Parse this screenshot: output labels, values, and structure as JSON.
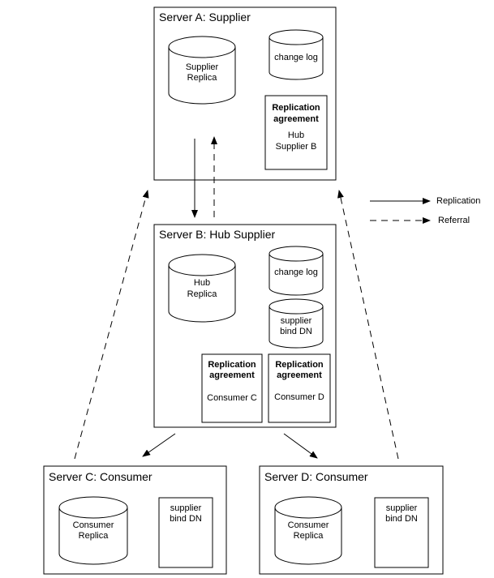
{
  "servers": {
    "a": {
      "title": "Server A: Supplier",
      "replica": [
        "Supplier",
        "Replica"
      ],
      "changelog": "change log",
      "agreement": {
        "heading": [
          "Replication",
          "agreement"
        ],
        "target": [
          "Hub",
          "Supplier B"
        ]
      }
    },
    "b": {
      "title": "Server B: Hub Supplier",
      "replica": [
        "Hub",
        "Replica"
      ],
      "changelog": "change log",
      "binddn": [
        "supplier",
        "bind DN"
      ],
      "agreement_c": {
        "heading": [
          "Replication",
          "agreement"
        ],
        "target": "Consumer C"
      },
      "agreement_d": {
        "heading": [
          "Replication",
          "agreement"
        ],
        "target": "Consumer D"
      }
    },
    "c": {
      "title": "Server C: Consumer",
      "replica": [
        "Consumer",
        "Replica"
      ],
      "binddn": [
        "supplier",
        "bind DN"
      ]
    },
    "d": {
      "title": "Server D: Consumer",
      "replica": [
        "Consumer",
        "Replica"
      ],
      "binddn": [
        "supplier",
        "bind DN"
      ]
    }
  },
  "legend": {
    "replication": "Replication",
    "referral": "Referral"
  }
}
